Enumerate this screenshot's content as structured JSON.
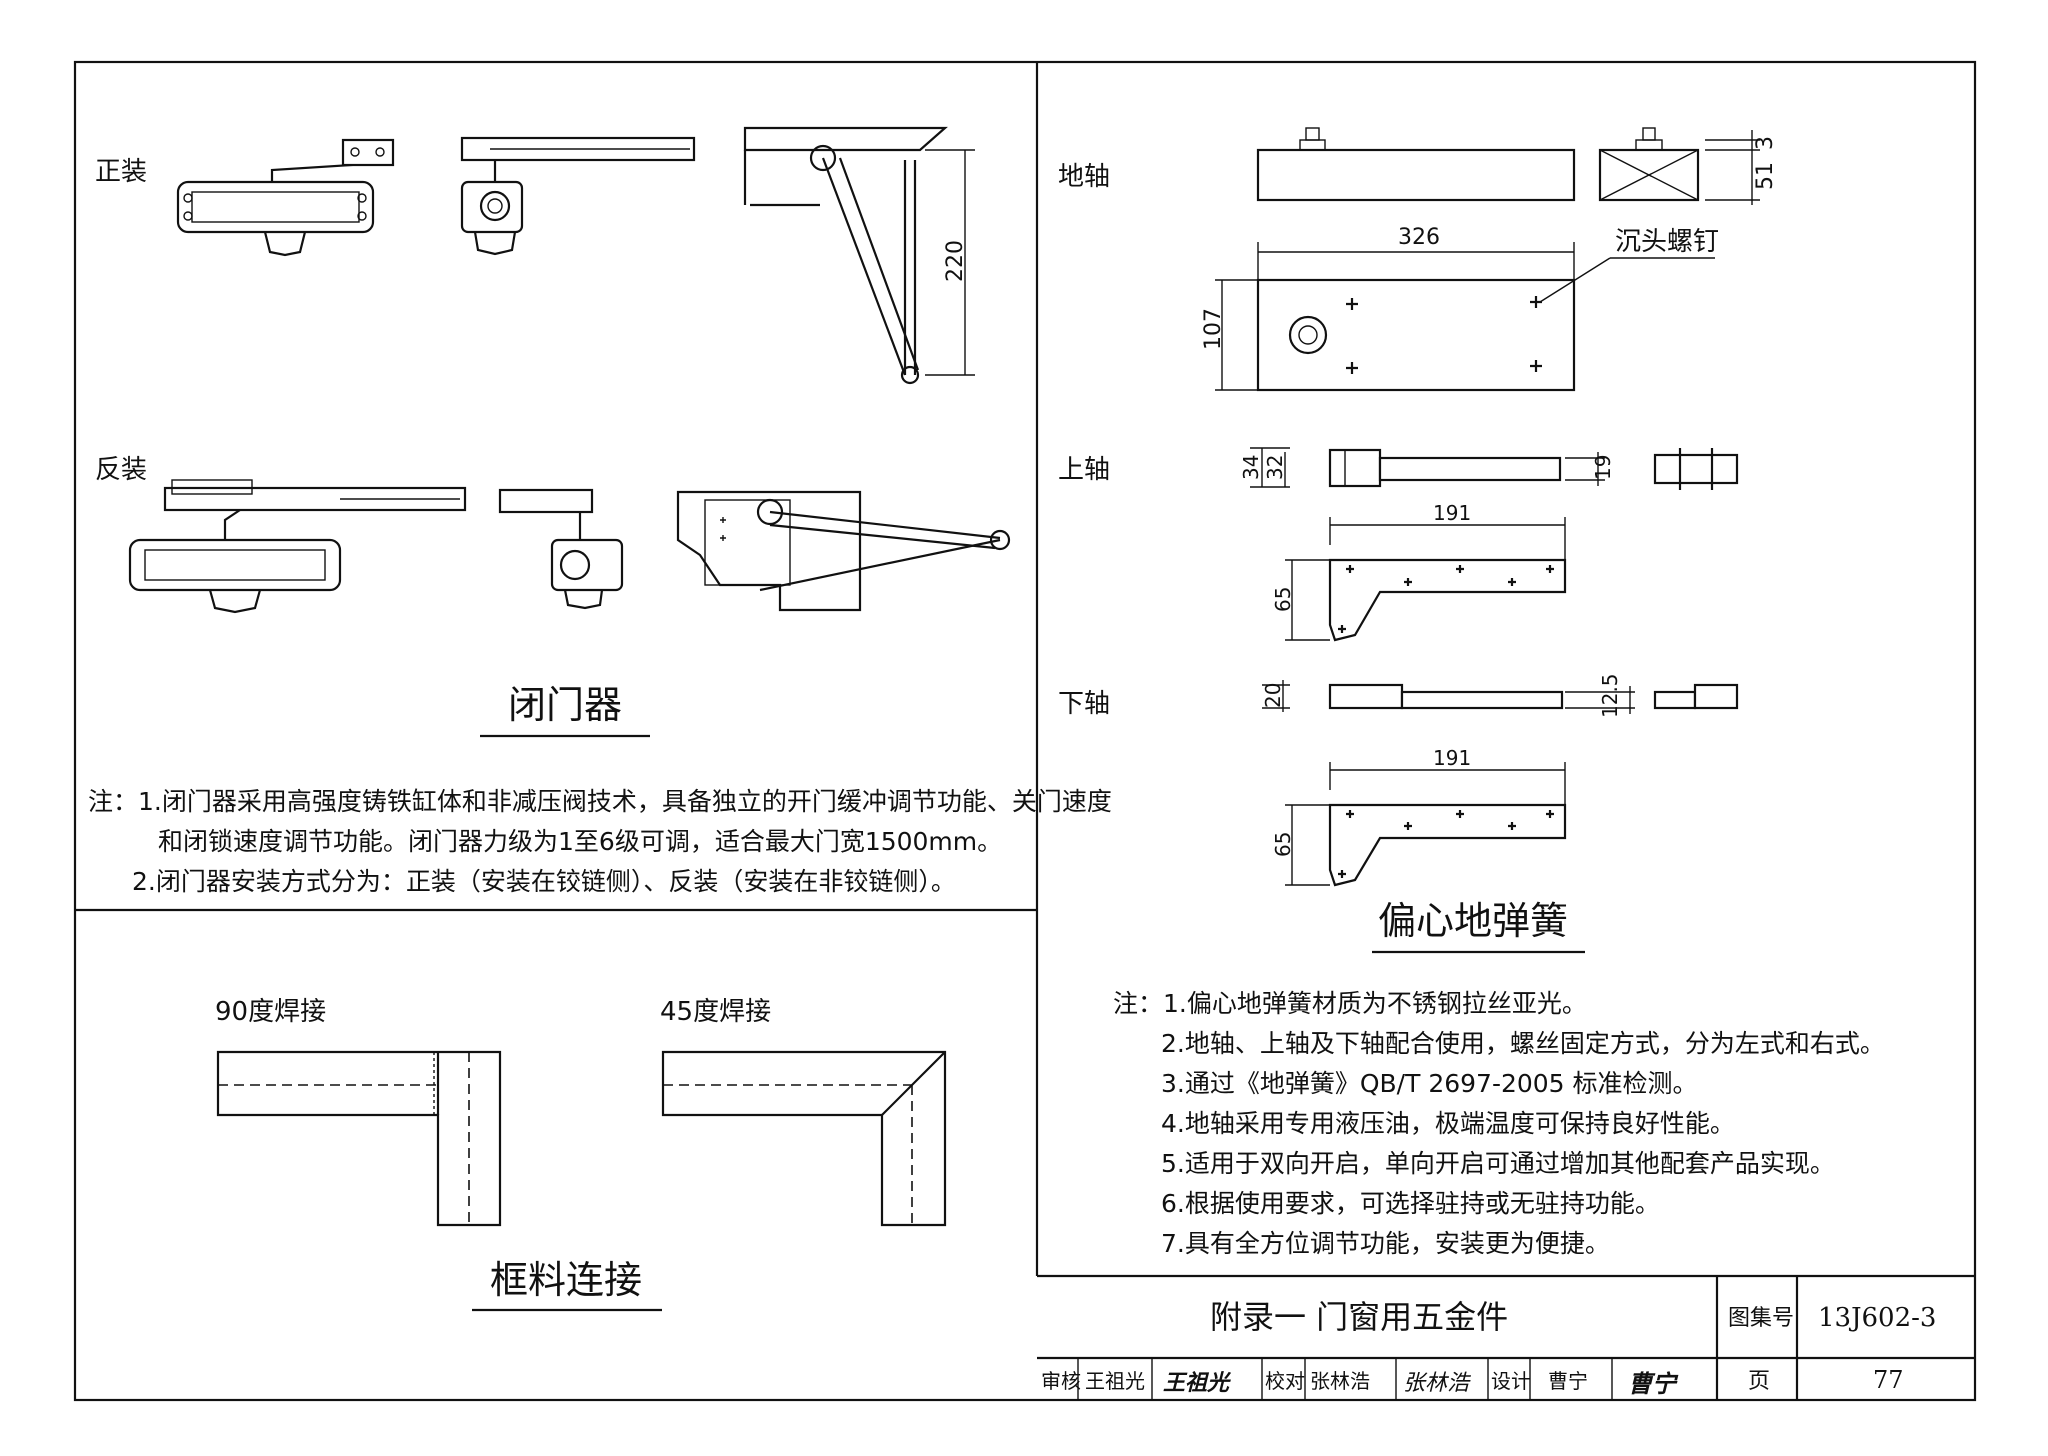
{
  "closer": {
    "label_positive": "正装",
    "label_reverse": "反装",
    "dim_height": "220",
    "title": "闭门器",
    "notes": [
      "注：1.闭门器采用高强度铸铁缸体和非减压阀技术，具备独立的开门缓冲调节功能、关门速度",
      "和闭锁速度调节功能。闭门器力级为1至6级可调，适合最大门宽1500mm。",
      "2.闭门器安装方式分为：正装（安装在铰链侧）、反装（安装在非铰链侧）。"
    ]
  },
  "frame": {
    "label_90": "90度焊接",
    "label_45": "45度焊接",
    "title": "框料连接"
  },
  "spring": {
    "label_ground_axis": "地轴",
    "label_upper_axis": "上轴",
    "label_lower_axis": "下轴",
    "screw_label": "沉头螺钉",
    "dims": {
      "ground_len": "326",
      "ground_width": "107",
      "ground_h": "51",
      "ground_top": "3",
      "upper_34": "34",
      "upper_32": "32",
      "upper_19": "19",
      "upper_191": "191",
      "upper_65": "65",
      "lower_20": "20",
      "lower_125": "12.5",
      "lower_191": "191",
      "lower_65": "65"
    },
    "title": "偏心地弹簧",
    "notes": [
      "注：1.偏心地弹簧材质为不锈钢拉丝亚光。",
      "2.地轴、上轴及下轴配合使用，螺丝固定方式，分为左式和右式。",
      "3.通过《地弹簧》QB/T 2697-2005 标准检测。",
      "4.地轴采用专用液压油，极端温度可保持良好性能。",
      "5.适用于双向开启，单向开启可通过增加其他配套产品实现。",
      "6.根据使用要求，可选择驻持或无驻持功能。",
      "7.具有全方位调节功能，安装更为便捷。"
    ]
  },
  "titleblock": {
    "title": "附录一   门窗用五金件",
    "atlas_label": "图集号",
    "atlas_no": "13J602-3",
    "review_label": "审核",
    "reviewer": "王祖光",
    "reviewer_sig": "王祖光",
    "check_label": "校对",
    "checker": "张林浩",
    "checker_sig": "张林浩",
    "design_label": "设计",
    "designer": "曹宁",
    "designer_sig": "曹宁",
    "page_label": "页",
    "page_no": "77"
  }
}
